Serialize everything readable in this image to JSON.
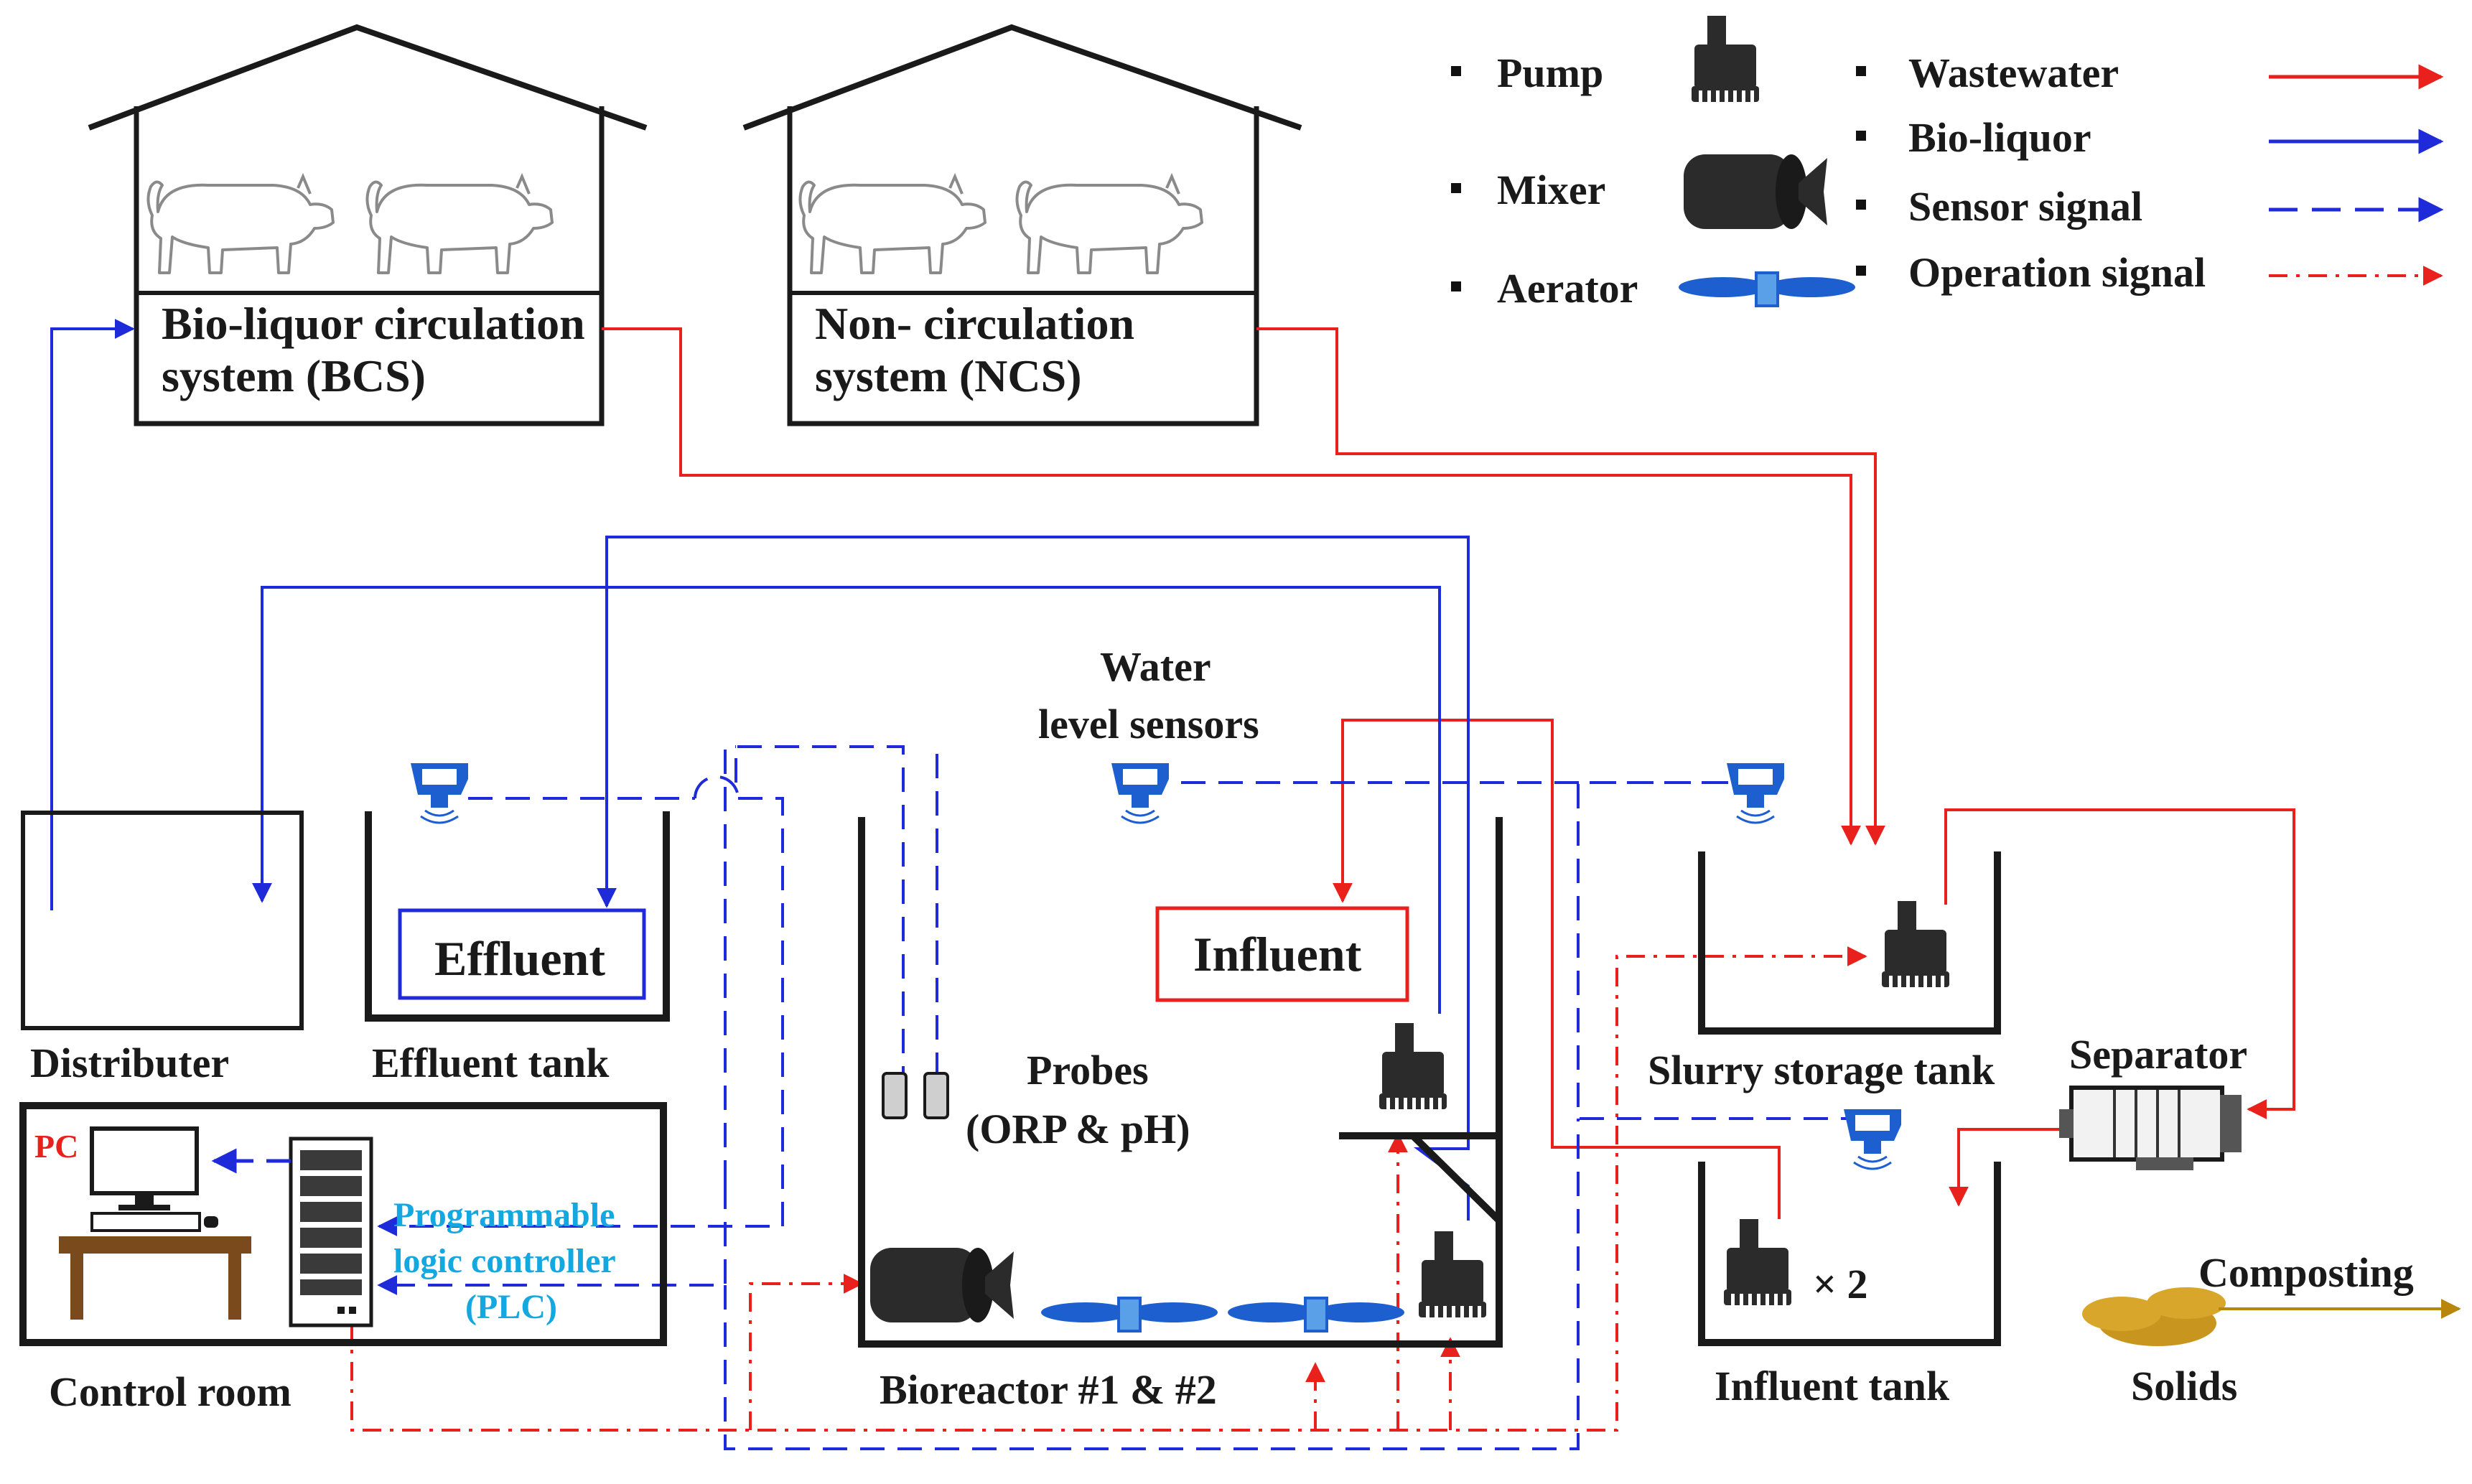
{
  "legend": {
    "equipment": [
      {
        "label": "Pump",
        "icon": "pump-icon"
      },
      {
        "label": "Mixer",
        "icon": "mixer-icon"
      },
      {
        "label": "Aerator",
        "icon": "aerator-icon"
      }
    ],
    "lines": [
      {
        "label": "Wastewater",
        "style": "solid-red"
      },
      {
        "label": "Bio-liquor",
        "style": "solid-blue"
      },
      {
        "label": "Sensor signal",
        "style": "dashed-blue"
      },
      {
        "label": "Operation signal",
        "style": "dashdot-red"
      }
    ]
  },
  "barns": {
    "bcs": {
      "line1": "Bio-liquor circulation",
      "line2": "system (BCS)"
    },
    "ncs": {
      "line1": "Non- circulation",
      "line2": "system (NCS)"
    }
  },
  "sensors_label": {
    "line1": "Water",
    "line2": "level sensors"
  },
  "probes_label": {
    "line1": "Probes",
    "line2": "(ORP & pH)"
  },
  "effluent_box": "Effluent",
  "influent_box": "Influent",
  "multiplier": "× 2",
  "units": {
    "distributer": "Distributer",
    "effluent_tank": "Effluent tank",
    "bioreactor": "Bioreactor #1 & #2",
    "slurry_tank": "Slurry storage tank",
    "separator": "Separator",
    "influent_tank": "Influent tank",
    "control_room": "Control room",
    "composting": "Composting",
    "solids": "Solids"
  },
  "control_room": {
    "pc": "PC",
    "plc_line1": "Programmable",
    "plc_line2": "logic controller",
    "plc_line3": "(PLC)"
  },
  "colors": {
    "wastewater": "#e8211d",
    "bio_liquor": "#1f2bd8",
    "sensor_signal": "#1f2bd8",
    "operation_signal": "#e8211d",
    "sensor_body": "#1e5fd0",
    "equipment_dark": "#2b2b2b",
    "plc_text": "#14a8e0",
    "solids": "#c8961e",
    "composting_arrow": "#b8860b"
  }
}
